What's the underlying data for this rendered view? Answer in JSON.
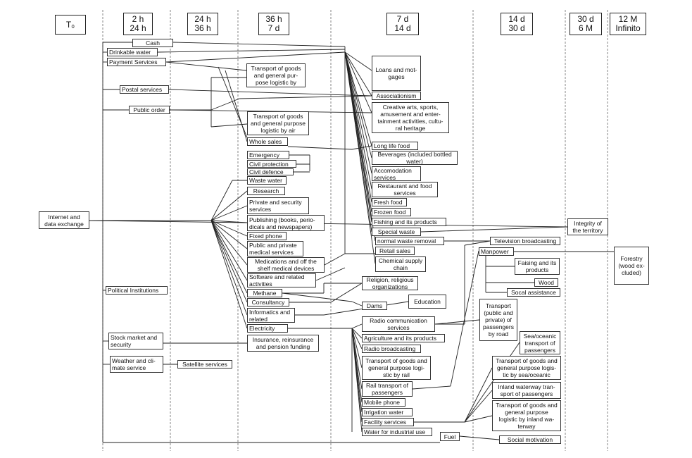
{
  "columns": [
    {
      "id": "col-t0",
      "label": "T₀"
    },
    {
      "id": "col-2h",
      "label": "2 h\n24 h"
    },
    {
      "id": "col-24h",
      "label": "24 h\n36 h"
    },
    {
      "id": "col-36h",
      "label": "36 h\n7 d"
    },
    {
      "id": "col-7d",
      "label": "7 d\n14 d"
    },
    {
      "id": "col-14d",
      "label": "14 d\n30 d"
    },
    {
      "id": "col-30d",
      "label": "30 d\n6 M"
    },
    {
      "id": "col-12m",
      "label": "12 M\nInfinito"
    }
  ],
  "nodes": {
    "internet": "Internet and\ndata exchange",
    "cash": "Cash",
    "drinkable": "Drinkable water",
    "payment": "Payment Services",
    "postal": "Postal services",
    "public_order": "Public order",
    "political": "Political Institutions",
    "stock": "Stock market and\nsecurity",
    "weather": "Weather and cli-\nmate service",
    "satellite": "Satellite services",
    "transport_goods_36": "Transport of goods\nand general pur-\npose logistic by",
    "transport_air": "Transport of goods\nand general purpose\nlogistic by air",
    "whole_sales": "Whole sales",
    "emergency": "Emergency",
    "civil_protection": "Civil protection",
    "civil_defence": "Civil defence",
    "waste_water": "Waste water",
    "research": "Research",
    "private_security": "Private and security\nservices",
    "publishing": "Publishing (books, perio-\ndicals and newspapers)",
    "fixed_phone": "Fixed phone",
    "medical": "Public and private\nmedical services",
    "medications": "Medications and off the\nshelf medical devices",
    "software": "Software and related\nactivities",
    "methane": "Methane",
    "consultancy": "Consultancy",
    "informatics": "Informatics and\nrelated",
    "electricity": "Electricity",
    "insurance": "Insurance, reinsurance\nand pension funding",
    "loans": "Loans and mot-\ngages",
    "associationism": "Associationism",
    "creative": "Creative arts, sports,\namusement and enter-\ntainment activities, cultu-\nral heritage",
    "long_life": "Long life food",
    "beverages": "Beverages (included bottled\nwater)",
    "accomodation": "Accomodation\nservices",
    "restaurant": "Restaurant and food\nservices",
    "fresh_food": "Fresh food",
    "frozen_food": "Frozen food",
    "fishing": "Fishing and its products",
    "special_waste": "Special waste",
    "normal_waste": "normal waste removal",
    "retail": "Retail sales",
    "chemical": "Chemical supply\nchain",
    "religion": "Religion, religious\norganizations",
    "dams": "Dams",
    "education": "Education",
    "radio_comm": "Radio communication\nservices",
    "agriculture": "Agriculture and its products",
    "radio_broad": "Radio broadcasting",
    "transport_rail": "Transport of goods and\ngeneral purpose logi-\nstic by rail",
    "rail_passengers": "Rail transport of\npassengers",
    "mobile": "Mobile phone",
    "irrigation": "Irrigation water",
    "facility": "Facility services",
    "water_industrial": "Water for industrial use",
    "fuel": "Fuel",
    "television": "Television broadcasting",
    "manpower": "Manpower",
    "raising": "Faising and its\nproducts",
    "wood": "Wood",
    "social_assistance": "Socal assistance",
    "transport_road": "Transport\n(public and\nprivate) of\npassengers\nby road",
    "sea_passengers": "Sea/oceanic\ntransport of\npassengers",
    "transport_sea": "Transport of goods and\ngeneral purpose logis-\ntic by sea/oceanic",
    "inland_passengers": "Inland waterway tran-\nsport of passengers",
    "transport_inland": "Transport of goods and\ngeneral purpose\nlogistic by inland wa-\nterway",
    "social_motivation": "Social motivation",
    "integrity": "Integrity of\nthe territory",
    "forestry": "Forestry\n(wood ex-\ncluded)"
  }
}
